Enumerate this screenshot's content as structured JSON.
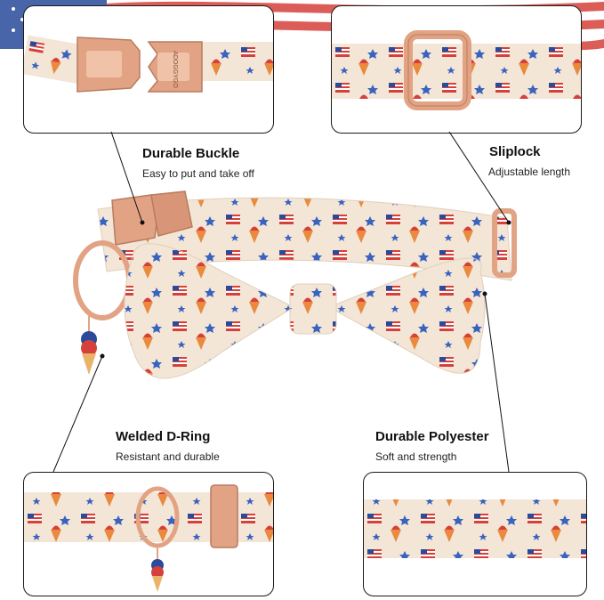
{
  "callouts": {
    "buckle": {
      "title": "Durable Buckle",
      "subtitle": "Easy to put and take off",
      "engraving": "ADOGGYGO"
    },
    "sliplock": {
      "title": "Sliplock",
      "subtitle": "Adjustable length"
    },
    "dring": {
      "title": "Welded D-Ring",
      "subtitle": "Resistant and durable"
    },
    "polyester": {
      "title": "Durable Polyester",
      "subtitle": "Soft and strength"
    }
  },
  "colors": {
    "fabric": "#f3e6d6",
    "flag_red": "#d6403a",
    "flag_blue": "#2a4b9b",
    "rose_gold": "#e2a384",
    "cone_orange": "#e98a3f",
    "panel_border": "#1a1a1a"
  },
  "icons": [
    "buckle-icon",
    "sliplock-icon",
    "d-ring-icon",
    "ice-cream-charm-icon",
    "flag-pattern-icon"
  ]
}
